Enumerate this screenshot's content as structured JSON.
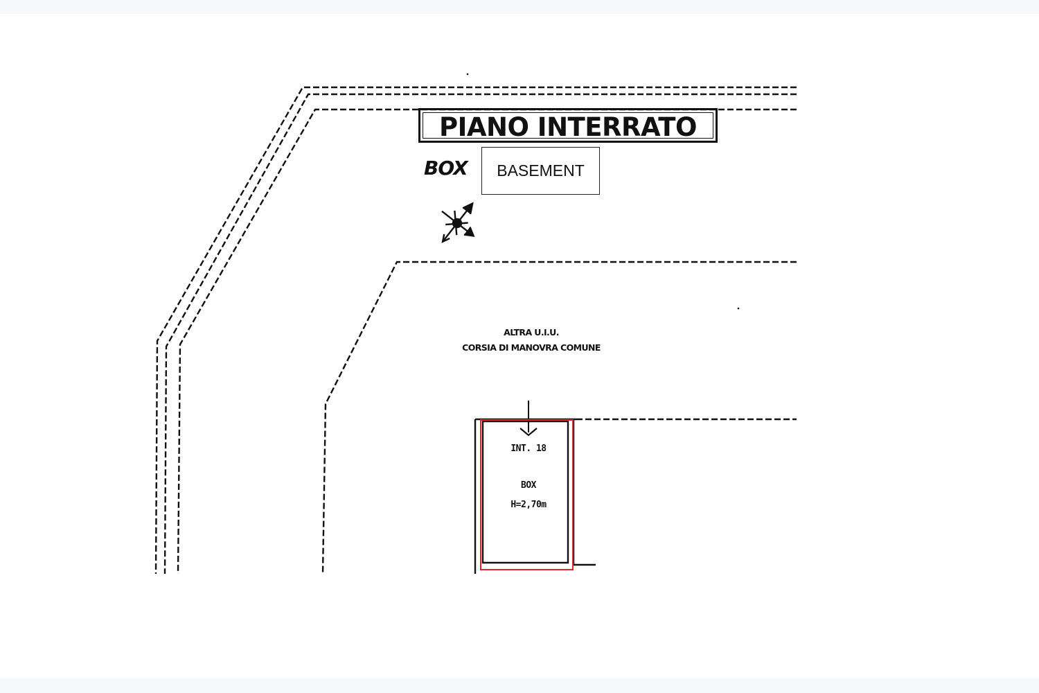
{
  "plan": {
    "title": "PIANO INTERRATO",
    "box_label": "BOX",
    "translation_label": "BASEMENT",
    "area_label_line1": "ALTRA U.I.U.",
    "area_label_line2": "CORSIA DI MANOVRA COMUNE",
    "unit": {
      "entrance": "INT. 18",
      "type": "BOX",
      "height": "H=2,70m"
    },
    "highlight_color": "#e0262b",
    "icons": [
      "north-arrow-icon",
      "entrance-arrow-icon"
    ]
  }
}
